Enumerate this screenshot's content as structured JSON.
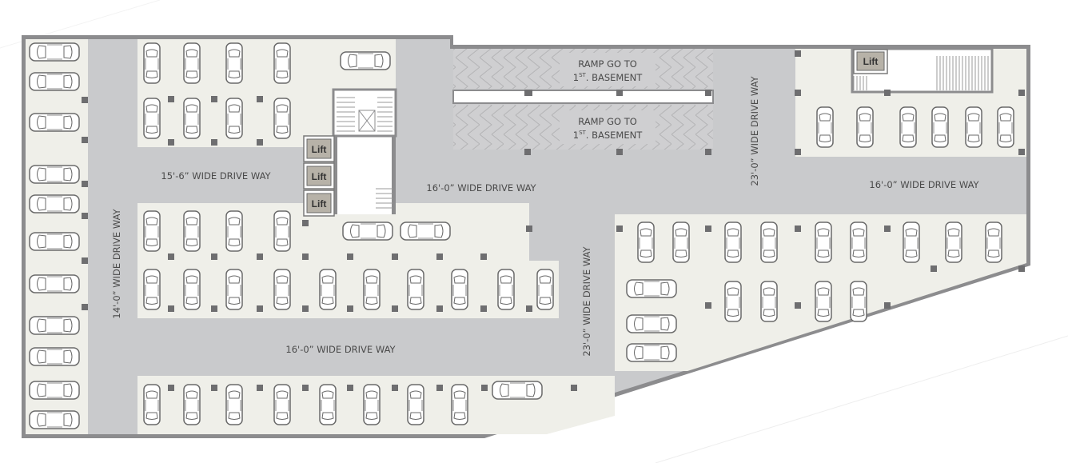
{
  "drive_way_labels": {
    "dw_15_6": "15'-6” WIDE DRIVE WAY",
    "dw_16_center": "16'-0” WIDE DRIVE WAY",
    "dw_16_right": "16'-0” WIDE DRIVE WAY",
    "dw_16_bottom": "16'-0” WIDE DRIVE WAY",
    "dw_14_left": "14'-0” WIDE DRIVE WAY",
    "dw_23_middle": "23'-0” WIDE DRIVE WAY",
    "dw_23_top_right": "23'-0” WIDE DRIVE WAY"
  },
  "ramps": [
    {
      "line1": "RAMP GO TO",
      "ordinal_number": "1",
      "ordinal_suffix": "ST",
      "line2_rest": ". BASEMENT"
    },
    {
      "line1": "RAMP GO TO",
      "ordinal_number": "1",
      "ordinal_suffix": "ST",
      "line2_rest": ". BASEMENT"
    }
  ],
  "lift_label": "Lift",
  "colors": {
    "outer_wall": "#8c8c8e",
    "driveway": "#c9cacc",
    "parking_floor": "#efefe9",
    "column": "#6e6e70",
    "car_stroke": "#6a6a6a",
    "lift_box": "#b7b2a8",
    "ramp": "#cfcfd1"
  },
  "icons": [
    "car-icon",
    "lift-icon",
    "staircase-icon",
    "column-icon",
    "ramp-hatch-icon"
  ]
}
